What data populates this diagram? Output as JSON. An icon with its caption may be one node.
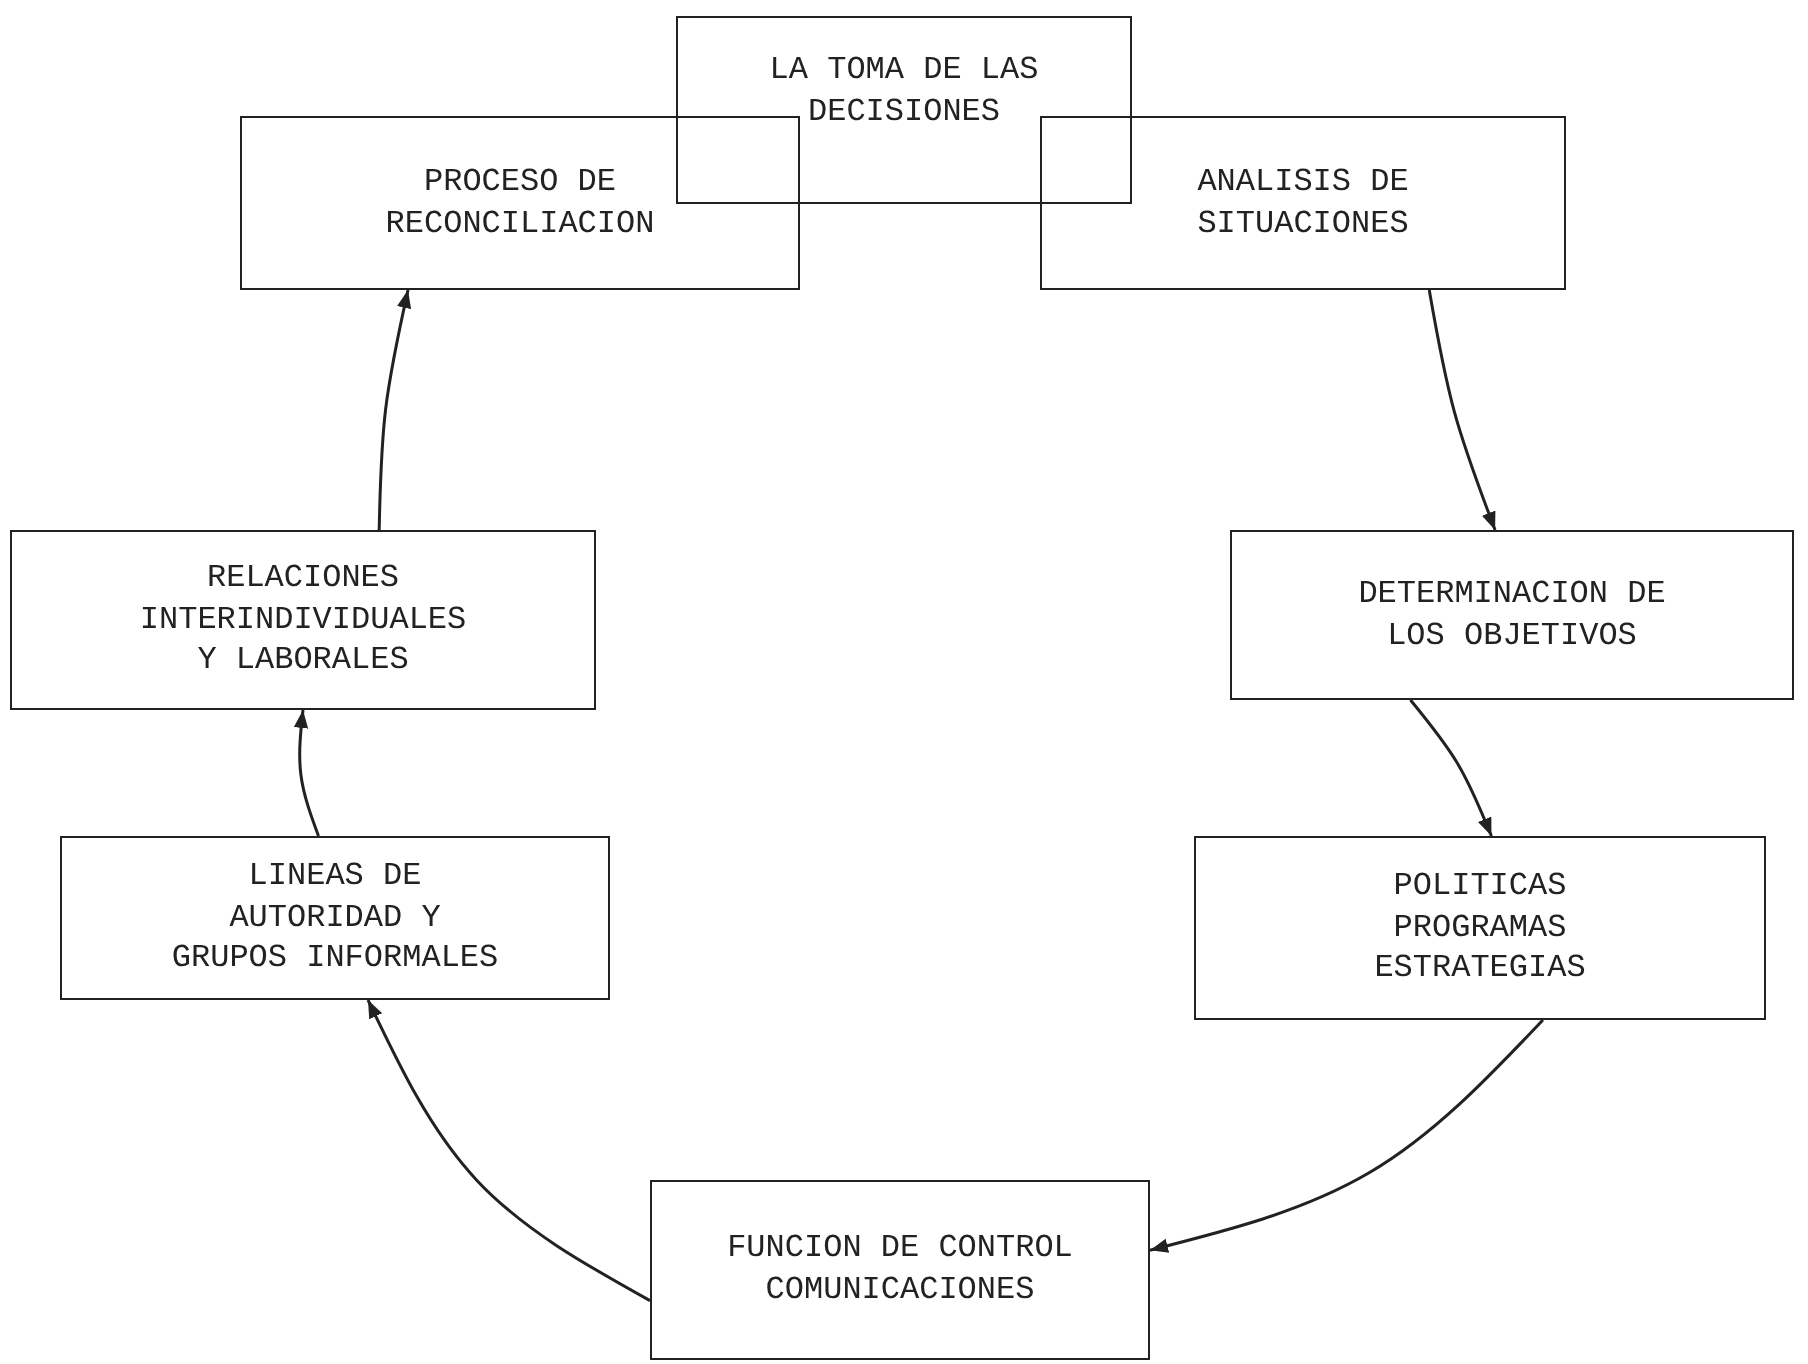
{
  "diagram": {
    "nodes": [
      {
        "text": [
          "LA TOMA DE LAS DECISIONES"
        ]
      },
      {
        "text": [
          "PROCESO DE RECONCILIACION"
        ]
      },
      {
        "text": [
          "ANALISIS DE SITUACIONES"
        ]
      },
      {
        "text": [
          "RELACIONES INTERINDIVIDUALES Y LABORALES"
        ]
      },
      {
        "text": [
          "DETERMINACION DE LOS OBJETIVOS"
        ]
      },
      {
        "text": [
          "LINEAS DE AUTORIDAD Y GRUPOS INFORMALES"
        ]
      },
      {
        "text": [
          "POLITICAS PROGRAMAS ESTRATEGIAS"
        ]
      },
      {
        "text": [
          "FUNCION DE CONTROL COMUNICACIONES"
        ]
      }
    ],
    "edges": [
      {
        "from": 2,
        "to": 4,
        "arrow": "to"
      },
      {
        "from": 4,
        "to": 6,
        "arrow": "to"
      },
      {
        "from": 6,
        "to": 7,
        "arrow": "to"
      },
      {
        "from": 7,
        "to": 5,
        "arrow": "to"
      },
      {
        "from": 5,
        "to": 3,
        "arrow": "to"
      },
      {
        "from": 3,
        "to": 1,
        "arrow": "to"
      }
    ]
  }
}
